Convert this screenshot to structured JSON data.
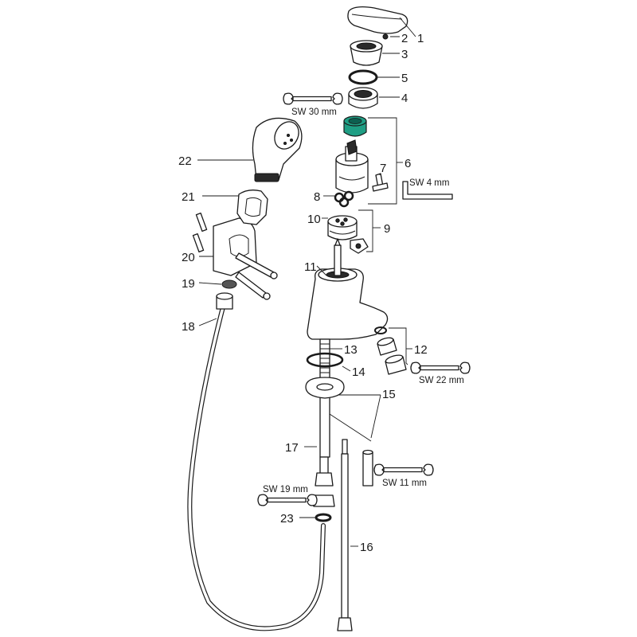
{
  "part_labels": {
    "p1": "1",
    "p2": "2",
    "p3": "3",
    "p4": "4",
    "p5": "5",
    "p6": "6",
    "p7": "7",
    "p8": "8",
    "p9": "9",
    "p10": "10",
    "p11": "11",
    "p12": "12",
    "p13": "13",
    "p14": "14",
    "p15": "15",
    "p16": "16",
    "p17": "17",
    "p18": "18",
    "p19": "19",
    "p20": "20",
    "p21": "21",
    "p22": "22",
    "p23": "23"
  },
  "tool_labels": {
    "sw30": "SW 30 mm",
    "sw4": "SW 4 mm",
    "sw22": "SW 22 mm",
    "sw11": "SW 11 mm",
    "sw19": "SW 19 mm"
  },
  "colors": {
    "line": "#1a1a1a",
    "cartridge_nut": "#1f9e84",
    "background": "#ffffff"
  },
  "icons": [
    "open-end-wrench-icon",
    "hex-key-icon"
  ]
}
